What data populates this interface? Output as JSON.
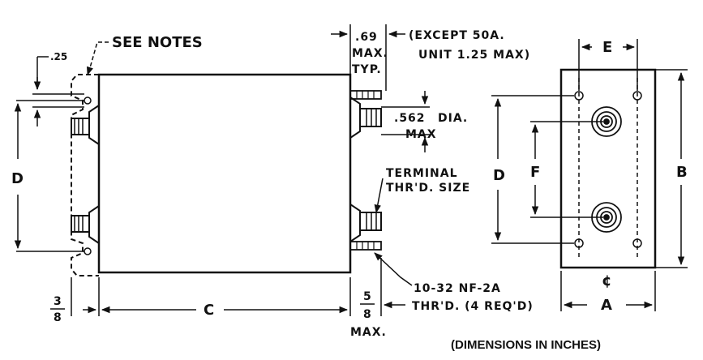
{
  "labels": {
    "see_notes": "SEE NOTES",
    "dim_25": ".25",
    "dim_69": ".69",
    "max": "MAX.",
    "typ": "TYP.",
    "except_line1": "(EXCEPT 50A.",
    "except_line2": "UNIT 1.25 MAX)",
    "dia_562": ".562",
    "dia": "DIA.",
    "dia_max": "MAX",
    "terminal_line1": "TERMINAL",
    "terminal_line2": "THR'D. SIZE",
    "thread_line1": "10-32 NF-2A",
    "thread_line2": "THR'D. (4 REQ'D)",
    "frac_3": "3",
    "frac_8a": "8",
    "frac_5": "5",
    "frac_8b": "8",
    "max_bottom": "MAX.",
    "dim_c": "C",
    "dim_d_left": "D",
    "dim_d_right": "D",
    "dim_e": "E",
    "dim_f": "F",
    "dim_b": "B",
    "dim_a": "A",
    "centerline": "¢",
    "caption": "(DIMENSIONS IN INCHES)"
  }
}
